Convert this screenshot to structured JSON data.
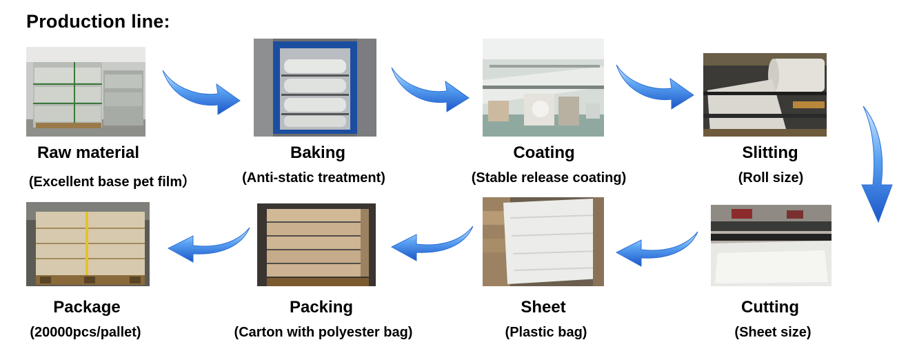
{
  "title": "Production line:",
  "steps": [
    {
      "name": "Raw material",
      "sub": "(Excellent base pet film）"
    },
    {
      "name": "Baking",
      "sub": "(Anti-static treatment)"
    },
    {
      "name": "Coating",
      "sub": "(Stable release coating)"
    },
    {
      "name": "Slitting",
      "sub": "(Roll size)"
    },
    {
      "name": "Package",
      "sub": "(20000pcs/pallet)"
    },
    {
      "name": "Packing",
      "sub": "(Carton with polyester bag)"
    },
    {
      "name": "Sheet",
      "sub": "(Plastic bag)"
    },
    {
      "name": "Cutting",
      "sub": "(Sheet size)"
    }
  ],
  "colors": {
    "arrow_light": "#cfe6ff",
    "arrow_mid": "#5aa2f2",
    "arrow_dark": "#1b56c8"
  },
  "icons": [
    "raw-material-photo",
    "baking-oven-photo",
    "coating-line-photo",
    "slitting-roll-photo",
    "pallet-package-photo",
    "carton-stack-photo",
    "plastic-sheet-photo",
    "cutting-machine-photo",
    "flow-arrow-icon"
  ]
}
